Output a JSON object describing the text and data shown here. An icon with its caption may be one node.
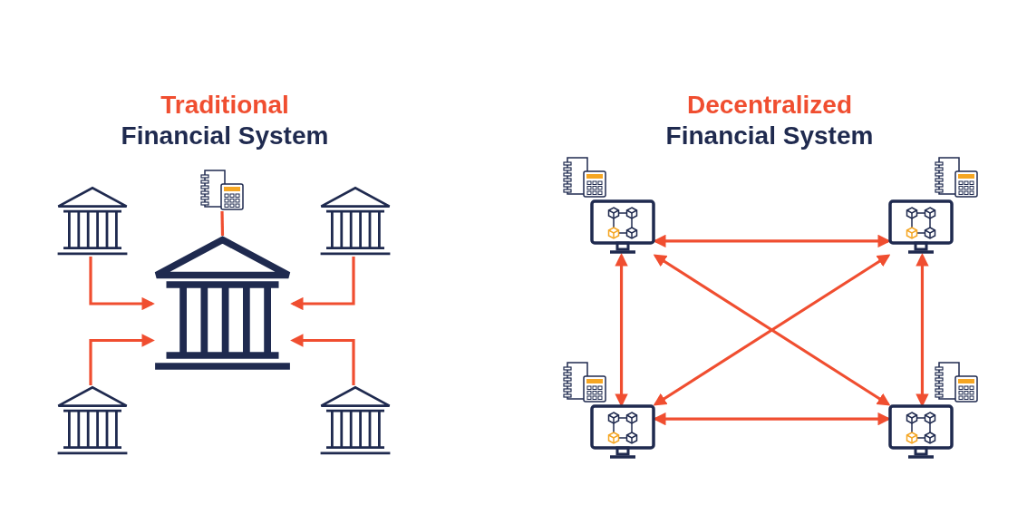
{
  "diagram": {
    "nodes": [
      {
        "text": [],
        "shape": "picture"
      },
      {
        "text": [],
        "shape": "picture"
      },
      {
        "text": [],
        "shape": "picture"
      },
      {
        "text": [],
        "shape": "picture"
      },
      {
        "text": [],
        "shape": "picture"
      },
      {
        "text": [],
        "shape": "picture"
      },
      {
        "text": [],
        "shape": "picture"
      },
      {
        "text": [],
        "shape": "picture"
      },
      {
        "text": [],
        "shape": "picture"
      },
      {
        "text": [],
        "shape": "picture"
      }
    ],
    "edges": [
      {
        "from": 0,
        "to": 1,
        "arrow": "none"
      },
      {
        "from": 2,
        "to": 1,
        "arrow": "to"
      },
      {
        "from": 4,
        "to": 1,
        "arrow": "to"
      },
      {
        "from": 3,
        "to": 1,
        "arrow": "to"
      },
      {
        "from": 5,
        "to": 1,
        "arrow": "to"
      },
      {
        "from": 6,
        "to": 7,
        "arrow": "both"
      },
      {
        "from": 6,
        "to": 8,
        "arrow": "both"
      },
      {
        "from": 7,
        "to": 9,
        "arrow": "both"
      },
      {
        "from": 6,
        "to": 9,
        "arrow": "both"
      },
      {
        "from": 7,
        "to": 8,
        "arrow": "both"
      },
      {
        "from": 8,
        "to": 9,
        "arrow": "both"
      }
    ],
    "labels": [
      "Traditional",
      "Financial System",
      "Decentralized",
      "Financial System"
    ]
  }
}
